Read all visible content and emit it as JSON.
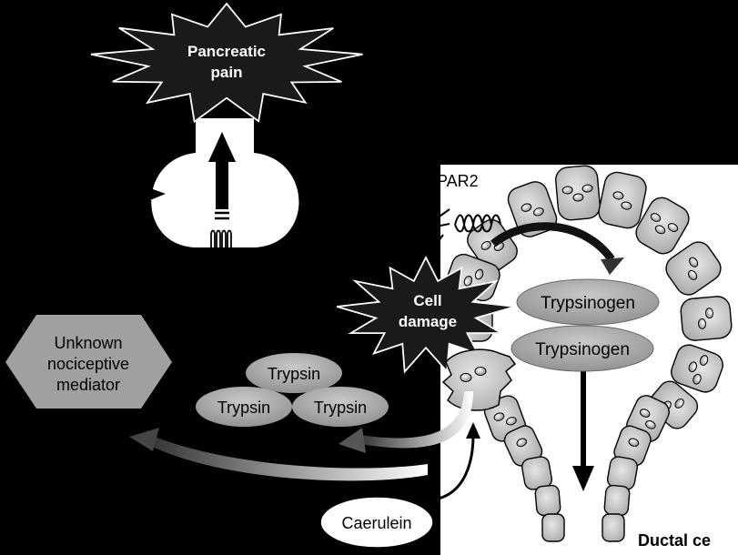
{
  "labels": {
    "pain_line1": "Pancreatic",
    "pain_line2": "pain",
    "par2": "PAR2",
    "damage_line1": "Cell",
    "damage_line2": "damage",
    "trypsinogen_1": "Trypsinogen",
    "trypsinogen_2": "Trypsinogen",
    "trypsin_top": "Trypsin",
    "trypsin_left": "Trypsin",
    "trypsin_right": "Trypsin",
    "unknown_line1": "Unknown",
    "unknown_line2": "nociceptive",
    "unknown_line3": "mediator",
    "caerulein": "Caerulein",
    "ductal": "Ductal ce"
  },
  "colors": {
    "background": "#000000",
    "panel": "#ffffff",
    "cell_fill": "#cfcfcf",
    "ellipse_fill": "#a8a8a8",
    "hexagon_fill": "#a0a0a0",
    "starburst": "#111111"
  }
}
